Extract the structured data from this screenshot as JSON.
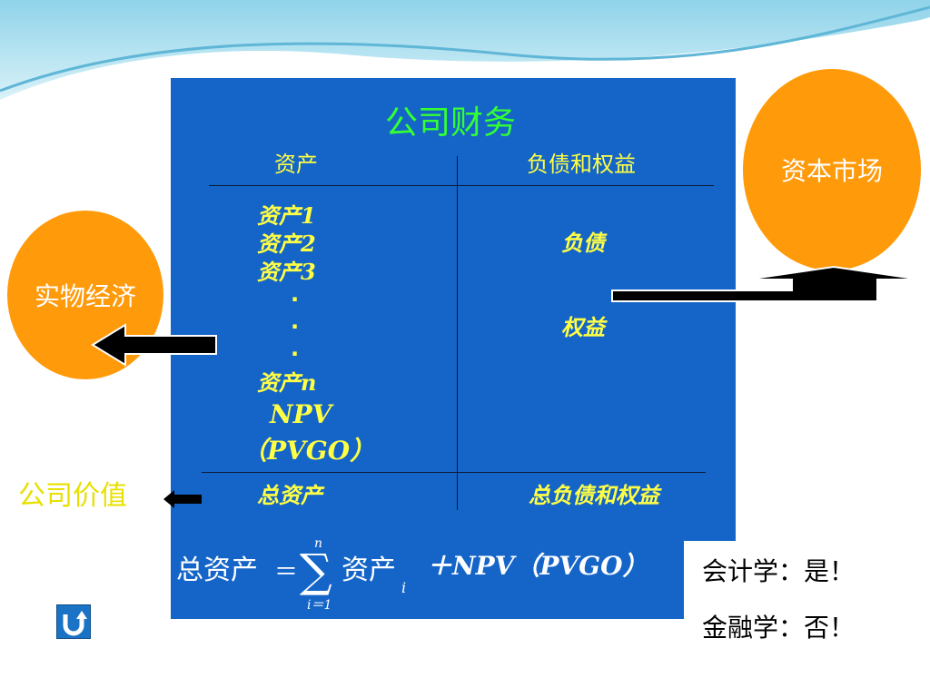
{
  "panel": {
    "title": "公司财务",
    "col_assets": "资产",
    "col_liabilities": "负债和权益",
    "assets": [
      "资产1",
      "资产2",
      "资产3"
    ],
    "dots": [
      "·",
      "·",
      "·"
    ],
    "asset_n": "资产n",
    "npv": "NPV",
    "pvgo": "（PVGO）",
    "liability": "负债",
    "equity": "权益",
    "total_assets": "总资产",
    "total_liabilities": "总负债和权益"
  },
  "formula": {
    "lhs": "总资产",
    "eq": "＝",
    "sum_top": "n",
    "sum_sym": "∑",
    "sum_bottom": "i＝1",
    "term": "资产",
    "sub": "i",
    "plus_npv": "＋NPV（PVGO）"
  },
  "circles": {
    "real_economy": "实物经济",
    "capital_market": "资本市场"
  },
  "company_value": "公司价值",
  "notes": {
    "accounting": "会计学：是！",
    "finance": "金融学：否！"
  },
  "colors": {
    "panel": "#1565c8",
    "circle": "#ff9a0a",
    "label_yellow": "#ffff44",
    "title_green": "#33ff33"
  },
  "icons": {
    "back": "return-arrow-icon"
  }
}
